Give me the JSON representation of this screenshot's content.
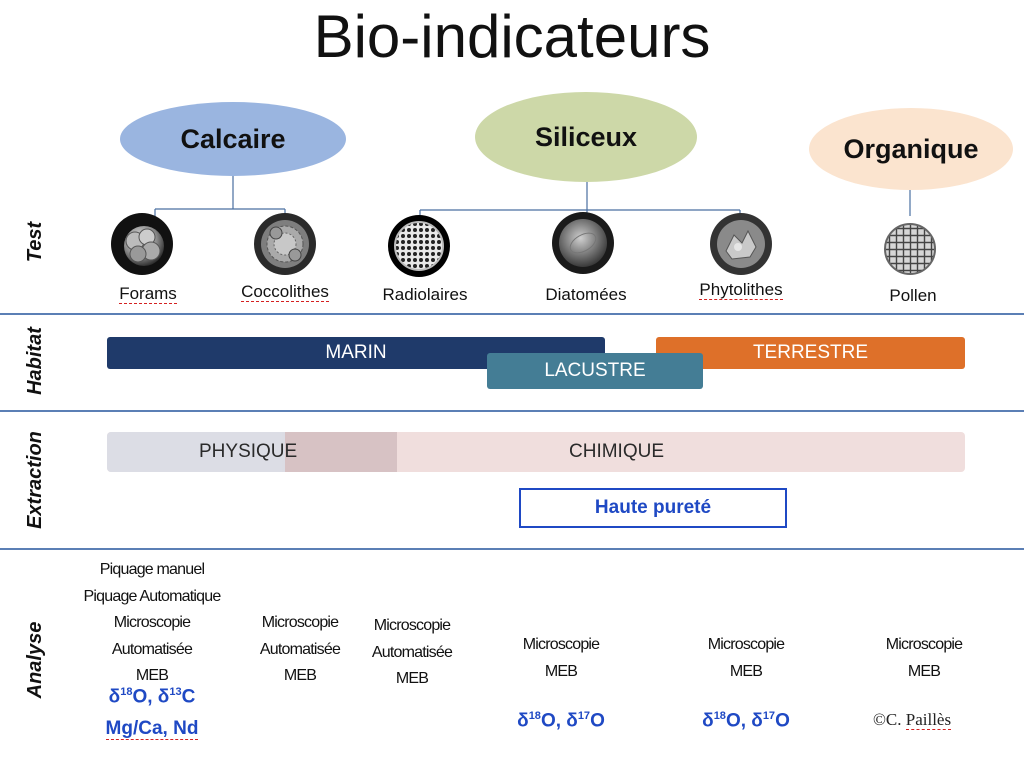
{
  "title": "Bio-indicateurs",
  "categories": {
    "calcaire": "Calcaire",
    "siliceux": "Siliceux",
    "organique": "Organique"
  },
  "row_labels": {
    "test": "Test",
    "habitat": "Habitat",
    "extraction": "Extraction",
    "analyse": "Analyse"
  },
  "organisms": [
    {
      "label": "Forams",
      "icon": "foram-micrograph-icon"
    },
    {
      "label": "Coccolithes",
      "icon": "coccolith-micrograph-icon"
    },
    {
      "label": "Radiolaires",
      "icon": "radiolarian-micrograph-icon"
    },
    {
      "label": "Diatomées",
      "icon": "diatom-micrograph-icon"
    },
    {
      "label": "Phytolithes",
      "icon": "phytolith-micrograph-icon"
    },
    {
      "label": "Pollen",
      "icon": "pollen-micrograph-icon"
    }
  ],
  "habitat": {
    "marin": "MARIN",
    "lacustre": "LACUSTRE",
    "terrestre": "TERRESTRE"
  },
  "extraction": {
    "physique": "PHYSIQUE",
    "chimique": "CHIMIQUE",
    "haute_purete": "Haute pureté"
  },
  "analyse": {
    "forams": {
      "lines": [
        "Piquage manuel",
        "Piquage Automatique",
        "Microscopie",
        "Automatisée",
        "MEB"
      ],
      "isotopes_line1": {
        "a_sup": "18",
        "a_el": "O, ",
        "b_sup": "13",
        "b_el": "C"
      },
      "isotopes_line2": "Mg/Ca, Nd"
    },
    "coccolithes": {
      "lines": [
        "Microscopie",
        "Automatisée",
        "MEB"
      ]
    },
    "radiolaires": {
      "lines": [
        "Microscopie",
        "Automatisée",
        "MEB"
      ]
    },
    "diatomees": {
      "lines": [
        "Microscopie",
        "MEB"
      ],
      "isotopes": {
        "a_sup": "18",
        "a_el": "O, ",
        "b_sup": "17",
        "b_el": "O"
      }
    },
    "phytolithes": {
      "lines": [
        "Microscopie",
        "MEB"
      ],
      "isotopes": {
        "a_sup": "18",
        "a_el": "O, ",
        "b_sup": "17",
        "b_el": "O"
      }
    },
    "pollen": {
      "lines": [
        "Microscopie",
        "MEB"
      ]
    }
  },
  "delta_symbol": "δ",
  "copyright": {
    "symbol": "©",
    "author_prefix": "C. ",
    "author_name": "Paillès"
  },
  "colors": {
    "calcaire": "#9ab5e0",
    "siliceux": "#cdd8a8",
    "organique": "#fbe4cf",
    "marin": "#1f3a6a",
    "lacustre": "#447d95",
    "terrestre": "#de7029",
    "accent_blue": "#1f49c4",
    "separator": "#5b7fb5"
  }
}
